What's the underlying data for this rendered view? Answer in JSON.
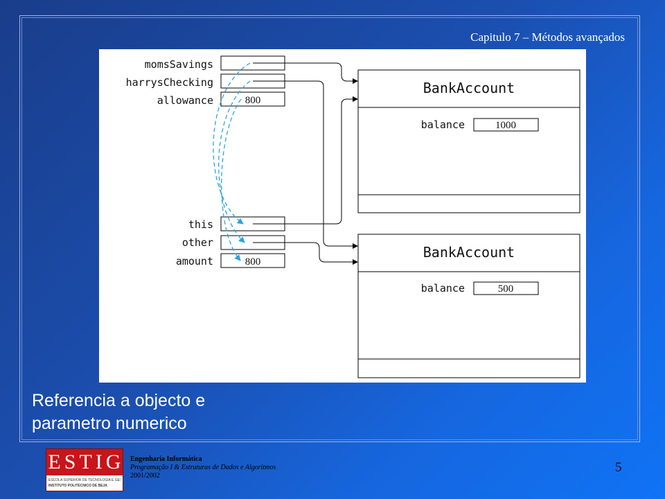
{
  "header": {
    "chapter": "Capitulo 7 – Métodos avançados"
  },
  "diagram": {
    "vars_top": [
      "momsSavings",
      "harrysChecking",
      "allowance"
    ],
    "vars_param": [
      "this",
      "other",
      "amount"
    ],
    "allowance_value": "800",
    "amount_value": "800",
    "class_name_1": "BankAccount",
    "class_name_2": "BankAccount",
    "field_label_1": "balance",
    "field_label_2": "balance",
    "balance_1": "1000",
    "balance_2": "500",
    "arrow_color": "#29a3e6"
  },
  "caption": {
    "line1": "Referencia a objecto e",
    "line2": "parametro numerico"
  },
  "footer": {
    "logo_letters": [
      "E",
      "S",
      "T",
      "I",
      "G"
    ],
    "logo_sub1": "ESCOLA SUPERIOR DE TECNOLOGIA E GESTÃO",
    "logo_sub2": "INSTITUTO POLITÉCNICO DE BEJA",
    "line1": "Engenharia Informática",
    "line2": "Programação I & Estruturas de Dados e Algoritmos",
    "line3": "2001/2002"
  },
  "page_number": "5"
}
